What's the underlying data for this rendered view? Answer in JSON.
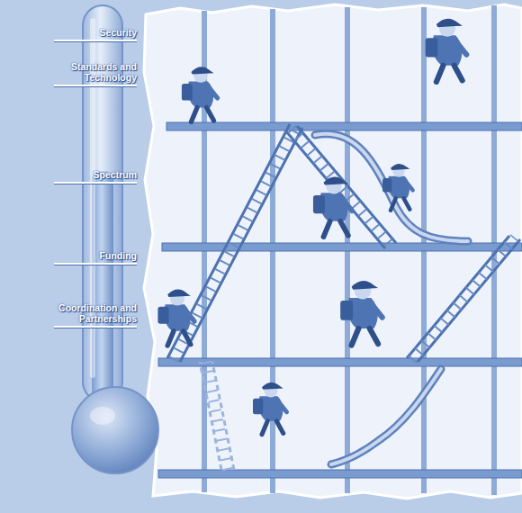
{
  "diagram": {
    "labels": [
      "Security",
      "Standards and Technology",
      "Spectrum",
      "Funding",
      "Coordination and Partnerships"
    ]
  }
}
